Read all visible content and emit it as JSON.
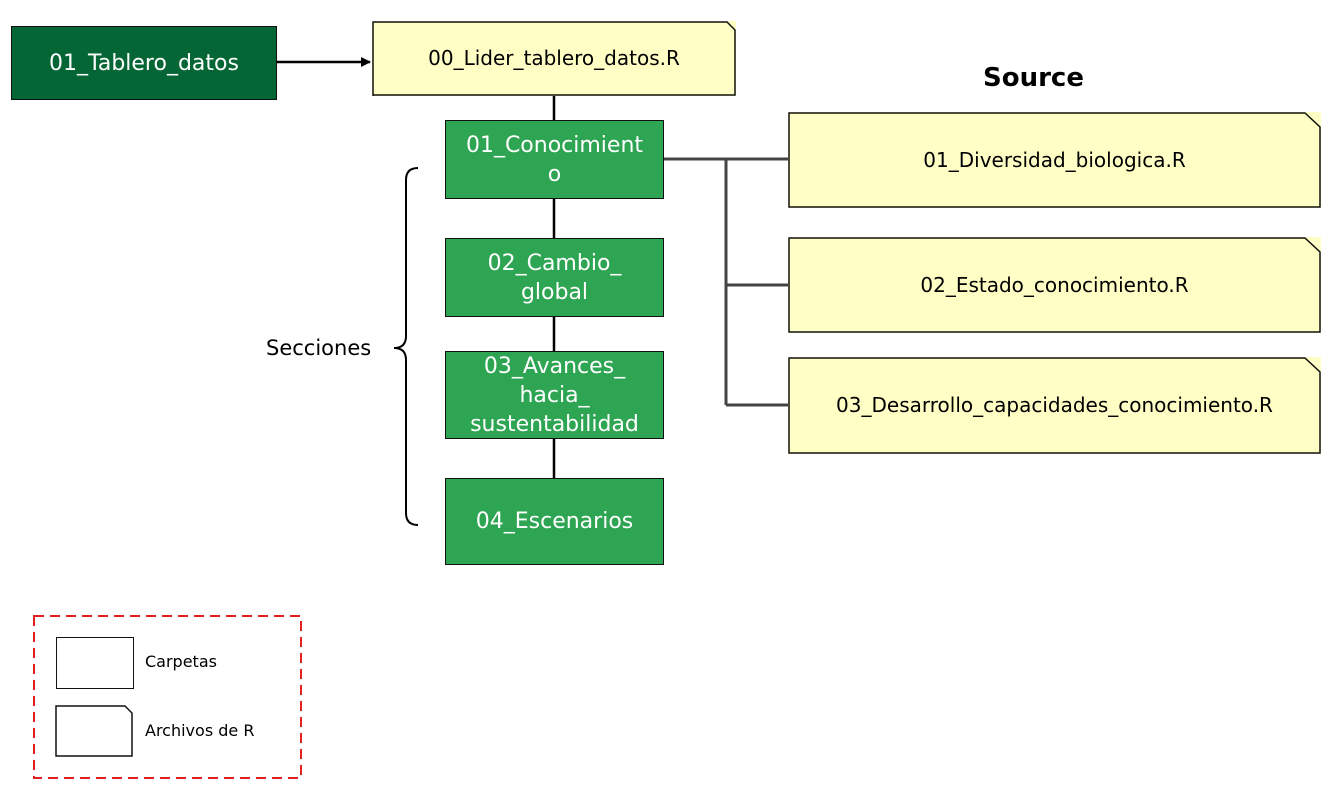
{
  "root_folder": "01_Tablero_datos",
  "leader_file": "00_Lider_tablero_datos.R",
  "source_heading": "Source",
  "sections_label": "Secciones",
  "sections": [
    {
      "line1": "01_Conocimient",
      "line2": "o",
      "line3": ""
    },
    {
      "line1": "02_Cambio_",
      "line2": "global",
      "line3": ""
    },
    {
      "line1": "03_Avances_",
      "line2": "hacia_",
      "line3": "sustentabilidad"
    },
    {
      "line1": "04_Escenarios",
      "line2": "",
      "line3": ""
    }
  ],
  "source_files": [
    "01_Diversidad_biologica.R",
    "02_Estado_conocimiento.R",
    "03_Desarrollo_capacidades_conocimiento.R"
  ],
  "legend": {
    "folders_label": "Carpetas",
    "r_files_label": "Archivos de R",
    "border_color": "#e02020"
  },
  "colors": {
    "root_folder_fill": "#036634",
    "section_folder_fill": "#2ea552",
    "r_file_fill": "#ffffc5"
  }
}
